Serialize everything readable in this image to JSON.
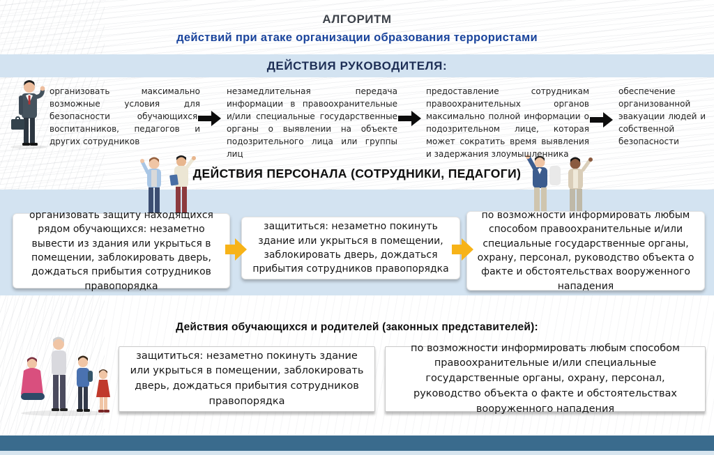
{
  "title": {
    "line1": "АЛГОРИТМ",
    "line2": "действий при атаке организации образования террористами"
  },
  "leader_section": {
    "header": "ДЕЙСТВИЯ  РУКОВОДИТЕЛЯ:",
    "steps": [
      "организовать максимально возможные условия для безопасности обучающихся, воспитанников, педагогов и других сотрудников",
      "незамедлительная передача информации в правоохранительные и/или специальные государственные органы о выявлении на объекте подозрительного лица или группы лиц",
      "предоставление сотрудникам правоохранительных органов максимально полной информации о подозрительном лице, которая может сократить время выявления и задержания злоумышленника",
      "обеспечение организованной эвакуации людей и собственной безопасности"
    ]
  },
  "staff_section": {
    "header": "ДЕЙСТВИЯ  ПЕРСОНАЛА  (СОТРУДНИКИ,  ПЕДАГОГИ)",
    "steps": [
      "организовать защиту  находящихся  рядом обучающихся:  незаметно вывести из здания  или  укрыться в помещении, заблокировать дверь, дождаться прибытия  сотрудников  правопорядка",
      "защититься:  незаметно покинуть здание  или  укрыться в помещении, заблокировать дверь, дождаться прибытия  сотрудников  правопорядка",
      "по  возможности  информировать  любым способом правоохранительные  и/или специальные государственные органы, охрану,  персонал,  руководство  объекта о факте  и  обстоятельствах  вооруженного нападения"
    ]
  },
  "students_section": {
    "header": "Действия  обучающихся  и  родителей  (законных  представителей):",
    "steps": [
      "защититься:  незаметно покинуть  здание  или укрыться в помещении,  заблокировать дверь, дождаться прибытия  сотрудников  правопорядка",
      "по  возможности информировать  любым  способом правоохранительные  и/или   специальные  государственные органы,  охрану,  персонал,  руководство  объекта  о  факте  и обстоятельствах  вооруженного  нападения"
    ]
  },
  "icons": {
    "arrow_right_black": "➡",
    "arrow_right_yellow": "➡"
  },
  "colors": {
    "title_gray": "#3c4149",
    "subtitle_blue": "#1a449c",
    "band_light_blue": "#d3e3f1",
    "header_navy": "#1d2e55",
    "arrow_black": "#0d0d0d",
    "arrow_yellow": "#f7b318",
    "footer_teal": "#3a6b8d",
    "footer_strip": "#d7e5ef"
  }
}
